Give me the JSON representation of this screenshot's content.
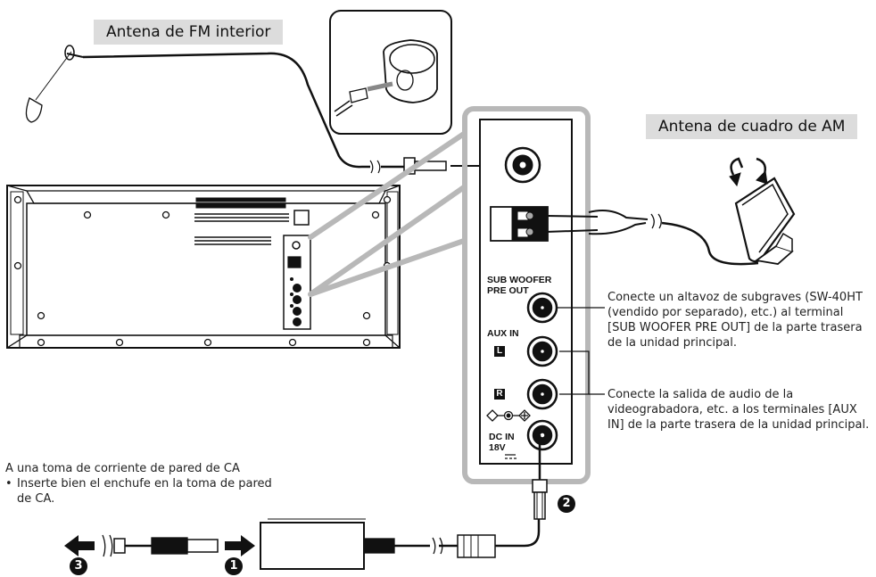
{
  "labels": {
    "fm_antenna": "Antena de FM interior",
    "am_antenna": "Antena de cuadro de AM",
    "subwoofer_note": "Conecte un altavoz de subgraves (SW-40HT (vendido por separado), etc.) al terminal [SUB WOOFER PRE OUT] de la parte trasera de la unidad principal.",
    "aux_note": "Conecte la salida de audio de la videograbadora, etc. a los terminales [AUX IN] de la parte trasera de la unidad principal.",
    "wall_outlet": "A una toma de corriente de pared de CA",
    "wall_outlet_bullet": "Inserte bien el enchufe en la toma de pared de CA."
  },
  "panel": {
    "sub_woofer_line1": "SUB WOOFER",
    "sub_woofer_line2": "PRE OUT",
    "aux_in": "AUX IN",
    "left_marker": "L",
    "right_marker": "R",
    "dc_in_line1": "DC IN",
    "dc_in_line2": "18V"
  },
  "steps": {
    "step1": "1",
    "step2": "2",
    "step3": "3"
  }
}
